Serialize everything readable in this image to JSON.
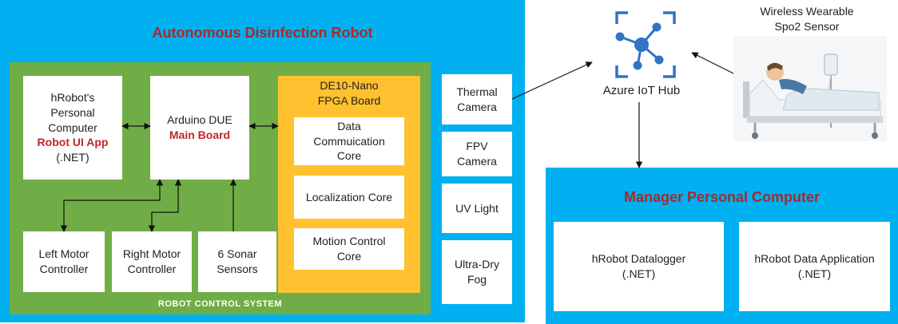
{
  "robot": {
    "title": "Autonomous Disinfection Robot",
    "control_system_label": "ROBOT CONTROL SYSTEM",
    "pc": {
      "line1": "hRobot's\nPersonal\nComputer",
      "app": "Robot UI App",
      "line3": "(.NET)"
    },
    "arduino": {
      "line1": "Arduino DUE",
      "line2": "Main Board"
    },
    "fpga": {
      "title": "DE10-Nano\nFPGA Board",
      "cores": [
        "Data\nCommuication\nCore",
        "Localization Core",
        "Motion Control\nCore"
      ]
    },
    "left_motor": "Left Motor\nController",
    "right_motor": "Right Motor\nController",
    "sonar": "6 Sonar\nSensors",
    "peripherals": [
      "Thermal\nCamera",
      "FPV\nCamera",
      "UV Light",
      "Ultra-Dry\nFog"
    ]
  },
  "iot_hub": {
    "label": "Azure IoT Hub"
  },
  "sensor": {
    "label": "Wireless Wearable\nSpo2 Sensor"
  },
  "manager": {
    "title": "Manager Personal Computer",
    "apps": [
      "hRobot Datalogger\n(.NET)",
      "hRobot Data Application\n(.NET)"
    ]
  },
  "colors": {
    "blue": "#00b0f0",
    "green": "#70ad47",
    "amber": "#ffc12f",
    "title_red": "#a52a2a"
  }
}
